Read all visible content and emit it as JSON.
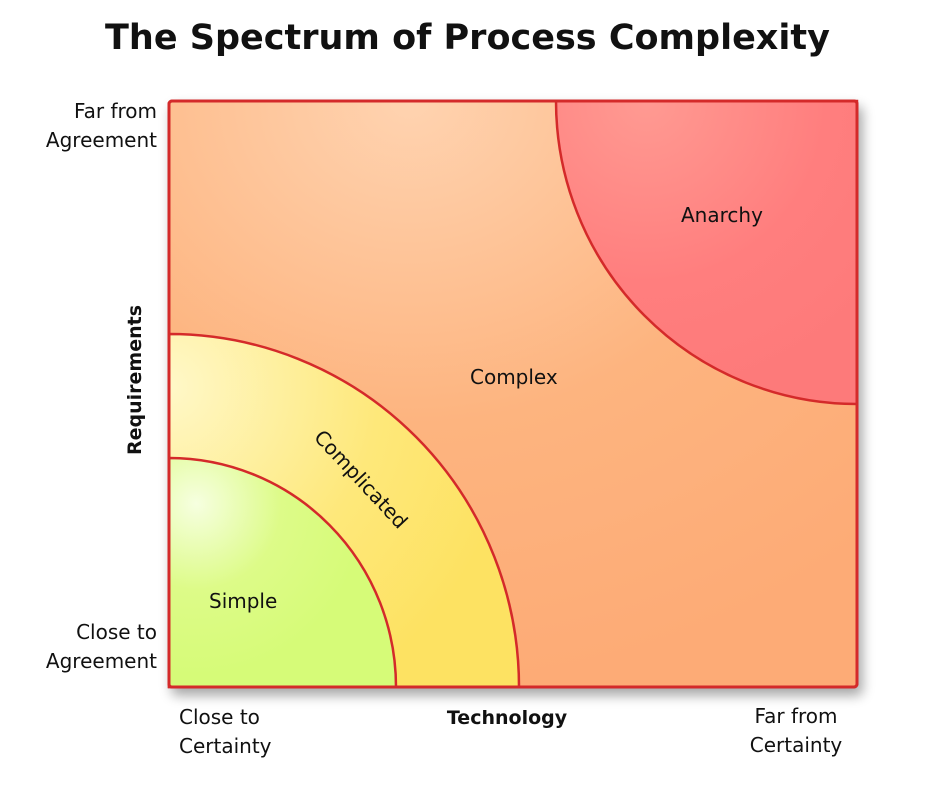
{
  "title": "The Spectrum of Process Complexity",
  "y_axis": {
    "label": "Requirements",
    "top_label": [
      "Far from",
      "Agreement"
    ],
    "bottom_label": [
      "Close to",
      "Agreement"
    ]
  },
  "x_axis": {
    "label": "Technology",
    "left_label": [
      "Close to",
      "Certainty"
    ],
    "right_label": [
      "Far from",
      "Certainty"
    ]
  },
  "regions": {
    "simple": {
      "label": "Simple",
      "color": "#d8fb7c"
    },
    "complicated": {
      "label": "Complicated",
      "color": "#fde46a"
    },
    "complex": {
      "label": "Complex",
      "color": "#fdb07c"
    },
    "anarchy": {
      "label": "Anarchy",
      "color": "#fe7e7e"
    }
  },
  "colors": {
    "border": "#d42a2a"
  }
}
